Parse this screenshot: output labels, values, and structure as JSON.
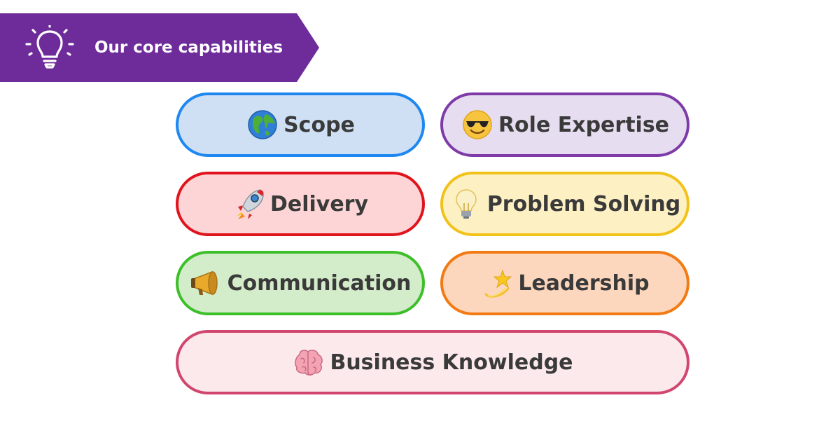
{
  "header": {
    "title": "Our core capabilities",
    "color": "#6e2b9a",
    "icon": "lightbulb-icon"
  },
  "capabilities": [
    {
      "label": "Scope",
      "icon": "globe-icon"
    },
    {
      "label": "Role Expertise",
      "icon": "sunglasses-face-icon"
    },
    {
      "label": "Delivery",
      "icon": "rocket-icon"
    },
    {
      "label": "Problem Solving",
      "icon": "lightbulb-icon"
    },
    {
      "label": "Communication",
      "icon": "megaphone-icon"
    },
    {
      "label": "Leadership",
      "icon": "dizzy-star-icon"
    },
    {
      "label": "Business Knowledge",
      "icon": "brain-icon"
    }
  ],
  "colors": {
    "scope": {
      "fill": "#cfe0f4",
      "border": "#1e88f0"
    },
    "role_expertise": {
      "fill": "#e6def0",
      "border": "#7e3ba8"
    },
    "delivery": {
      "fill": "#fdd5d6",
      "border": "#e0141c"
    },
    "problem_solving": {
      "fill": "#fdf0c2",
      "border": "#f1c21a"
    },
    "communication": {
      "fill": "#d3ecca",
      "border": "#3dbf2a"
    },
    "leadership": {
      "fill": "#fcd7bd",
      "border": "#f27a12"
    },
    "business_knowledge": {
      "fill": "#fce9ec",
      "border": "#d1466e"
    }
  }
}
